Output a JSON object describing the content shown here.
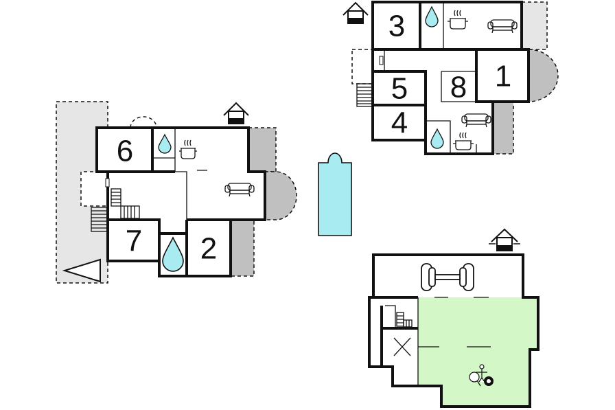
{
  "colors": {
    "wall": "#111111",
    "terrace": "#e6e6e6",
    "annex": "#c0c0c0",
    "pool": "#a8ecf2",
    "activity_room": "#d4f7c8",
    "water": "#a8ecf2"
  },
  "rooms": {
    "room_1": "1",
    "room_2": "2",
    "room_3": "3",
    "room_4": "4",
    "room_5": "5",
    "room_6": "6",
    "room_7": "7",
    "room_8": "8"
  },
  "icons": [
    "house-entrance-icon",
    "water-drop-icon",
    "cooking-pot-icon",
    "sofa-icon",
    "stairs-icon",
    "dumbbell-icon",
    "table-tennis-icon",
    "billiard-ball-icon",
    "north-arrow-icon"
  ]
}
